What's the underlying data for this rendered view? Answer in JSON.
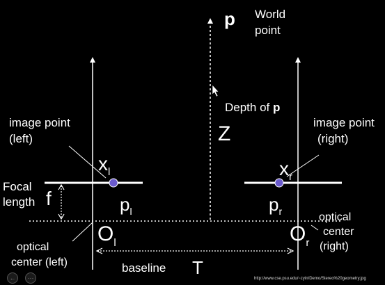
{
  "labels": {
    "p": "p",
    "world": "World",
    "point": "point",
    "depth_prefix": "Depth of ",
    "depth_bold": "p",
    "z": "Z",
    "image_point_left_1": "image point",
    "image_point_left_2": "(left)",
    "image_point_right_1": "image point",
    "image_point_right_2": "(right)",
    "x_left": "x",
    "x_left_sub": "l",
    "x_right": "x",
    "x_right_sub": "r",
    "focal_1": "Focal",
    "focal_2": "length",
    "f": "f",
    "p_left": "p",
    "p_left_sub": "l",
    "p_right": "p",
    "p_right_sub": "r",
    "o_left": "O",
    "o_left_sub": "l",
    "o_right": "O",
    "o_right_sub": "r",
    "optical_left_1": "optical",
    "optical_left_2": "center (left)",
    "optical_right_1": "optical",
    "optical_right_2": "center",
    "optical_right_3": "(right)",
    "baseline": "baseline",
    "t": "T",
    "source_url": "http://www.cse.psu.edu/~zyin/Demo/Stereo%20geometry.jpg"
  },
  "colors": {
    "background": "#000000",
    "lines": "#ffffff",
    "image_point_dot": "#6a5acd"
  },
  "icons": [
    "cursor-arrow-icon",
    "player-control-icon"
  ]
}
